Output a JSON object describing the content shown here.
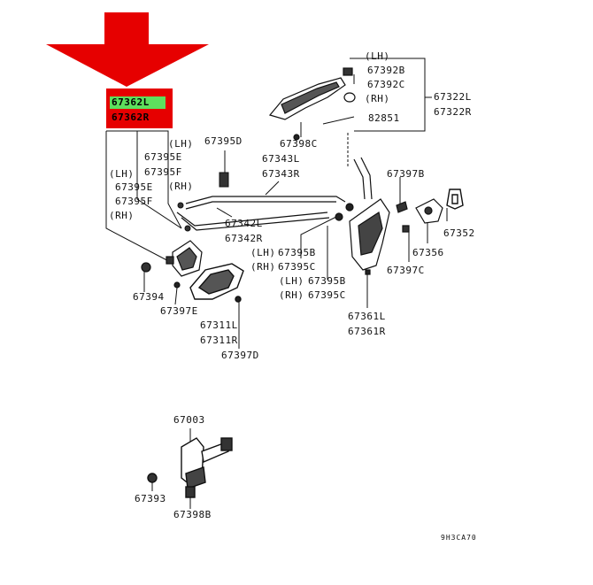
{
  "colors": {
    "arrow": "#e60000",
    "highlight_box": "#e60000",
    "highlight_part": "#5de05d",
    "lines": "#111111"
  },
  "highlighted_part": {
    "primary": "67362L",
    "secondary": "67362R"
  },
  "labels": {
    "lh1": "(LH)",
    "p67392B": "67392B",
    "p67392C": "67392C",
    "rh1": "(RH)",
    "p82851": "82851",
    "p67322L": "67322L",
    "p67322R": "67322R",
    "p67398C": "67398C",
    "lh2": "(LH)",
    "p67395E_a": "67395E",
    "p67395F_a": "67395F",
    "rh2": "(RH)",
    "lh3": "(LH)",
    "p67395E_b": "67395E",
    "p67395F_b": "67395F",
    "rh3": "(RH)",
    "p67395D": "67395D",
    "p67343L": "67343L",
    "p67343R": "67343R",
    "p67342L": "67342L",
    "p67342R": "67342R",
    "p67397B": "67397B",
    "p67352": "67352",
    "p67356": "67356",
    "p67397C": "67397C",
    "lh4": "(LH)",
    "p67395B_a": "67395B",
    "rh4": "(RH)",
    "p67395C_a": "67395C",
    "lh5": "(LH)",
    "p67395B_b": "67395B",
    "rh5": "(RH)",
    "p67395C_b": "67395C",
    "p67394": "67394",
    "p67397E": "67397E",
    "p67311L": "67311L",
    "p67311R": "67311R",
    "p67397D": "67397D",
    "p67361L": "67361L",
    "p67361R": "67361R",
    "p67003": "67003",
    "p67393": "67393",
    "p67398B": "67398B"
  },
  "diagram_code": "9H3CA70"
}
